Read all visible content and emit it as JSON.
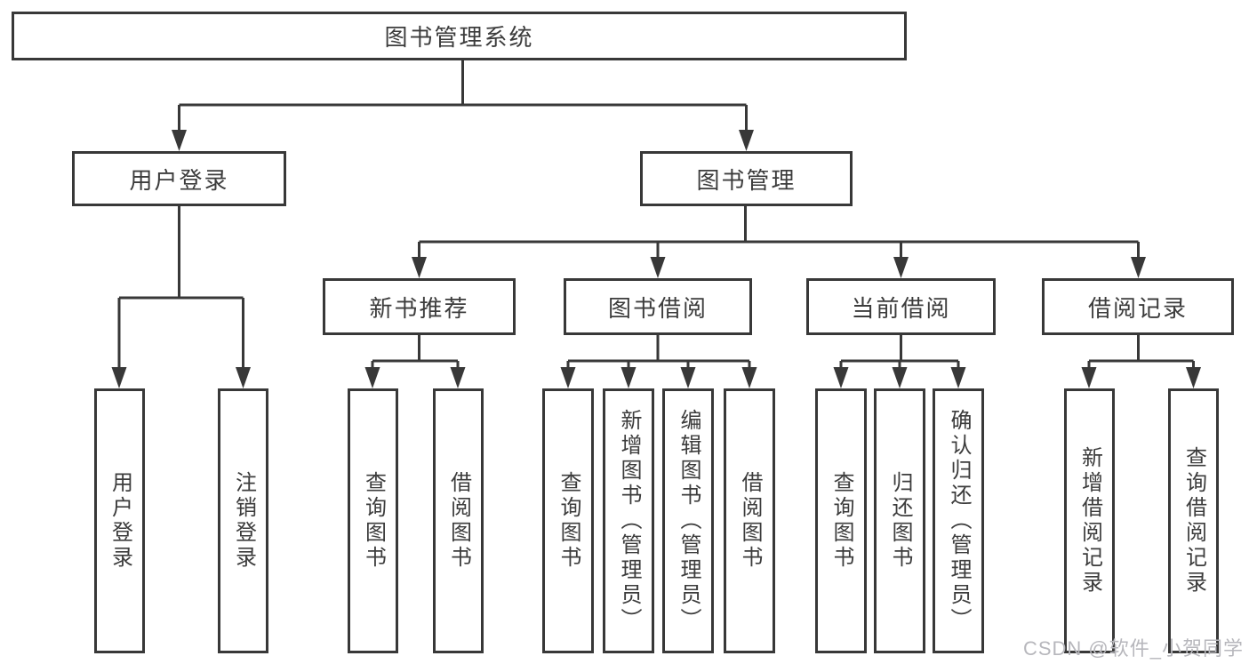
{
  "diagram": {
    "root": {
      "label": "图书管理系统",
      "children": [
        {
          "label": "用户登录",
          "children": [
            {
              "label": "用户登录"
            },
            {
              "label": "注销登录"
            }
          ]
        },
        {
          "label": "图书管理",
          "children": [
            {
              "label": "新书推荐",
              "children": [
                {
                  "label": "查询图书"
                },
                {
                  "label": "借阅图书"
                }
              ]
            },
            {
              "label": "图书借阅",
              "children": [
                {
                  "label": "查询图书"
                },
                {
                  "label": "新增图书（管理员）"
                },
                {
                  "label": "编辑图书（管理员）"
                },
                {
                  "label": "借阅图书"
                }
              ]
            },
            {
              "label": "当前借阅",
              "children": [
                {
                  "label": "查询图书"
                },
                {
                  "label": "归还图书"
                },
                {
                  "label": "确认归还（管理员）"
                }
              ]
            },
            {
              "label": "借阅记录",
              "children": [
                {
                  "label": "新增借阅记录"
                },
                {
                  "label": "查询借阅记录"
                }
              ]
            }
          ]
        }
      ]
    }
  },
  "watermark": {
    "text": "CSDN @软件_小贺同学"
  },
  "colors": {
    "line": "#383838",
    "box_border": "#383838",
    "text": "#3c3c3c",
    "background": "#ffffff",
    "watermark": "#b7b7bc"
  }
}
